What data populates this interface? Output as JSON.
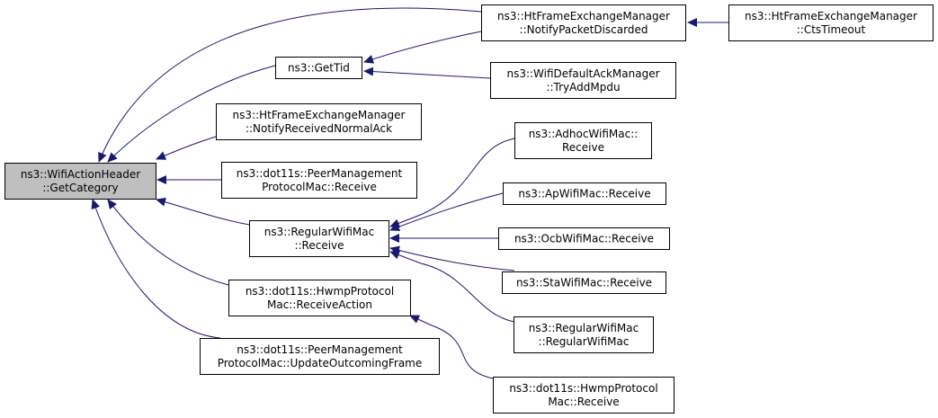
{
  "colors": {
    "edge": "#191970",
    "node_fill": "#ffffff",
    "root_fill": "#bfbfbf",
    "border": "#000000"
  },
  "nodes": [
    {
      "id": "root",
      "lines": [
        "ns3::WifiActionHeader",
        "::GetCategory"
      ],
      "highlight": true
    },
    {
      "id": "htfem-notify-discarded",
      "lines": [
        "ns3::HtFrameExchangeManager",
        "::NotifyPacketDiscarded"
      ]
    },
    {
      "id": "htfem-cts-timeout",
      "lines": [
        "ns3::HtFrameExchangeManager",
        "::CtsTimeout"
      ]
    },
    {
      "id": "get-tid",
      "lines": [
        "ns3::GetTid"
      ]
    },
    {
      "id": "wifi-default-ack-trymp",
      "lines": [
        "ns3::WifiDefaultAckManager",
        "::TryAddMpdu"
      ]
    },
    {
      "id": "htfem-notify-normalack",
      "lines": [
        "ns3::HtFrameExchangeManager",
        "::NotifyReceivedNormalAck"
      ]
    },
    {
      "id": "peer-mgmt-receive",
      "lines": [
        "ns3::dot11s::PeerManagement",
        "ProtocolMac::Receive"
      ]
    },
    {
      "id": "regular-wifimac-receive",
      "lines": [
        "ns3::RegularWifiMac",
        "::Receive"
      ]
    },
    {
      "id": "hwmp-receive-action",
      "lines": [
        "ns3::dot11s::HwmpProtocol",
        "Mac::ReceiveAction"
      ]
    },
    {
      "id": "peer-mgmt-update",
      "lines": [
        "ns3::dot11s::PeerManagement",
        "ProtocolMac::UpdateOutcomingFrame"
      ]
    },
    {
      "id": "adhoc-receive",
      "lines": [
        "ns3::AdhocWifiMac::",
        "Receive"
      ]
    },
    {
      "id": "ap-receive",
      "lines": [
        "ns3::ApWifiMac::Receive"
      ]
    },
    {
      "id": "ocb-receive",
      "lines": [
        "ns3::OcbWifiMac::Receive"
      ]
    },
    {
      "id": "sta-receive",
      "lines": [
        "ns3::StaWifiMac::Receive"
      ]
    },
    {
      "id": "regular-ctor",
      "lines": [
        "ns3::RegularWifiMac",
        "::RegularWifiMac"
      ]
    },
    {
      "id": "hwmp-receive",
      "lines": [
        "ns3::dot11s::HwmpProtocol",
        "Mac::Receive"
      ]
    }
  ],
  "edges": [
    {
      "from": "htfem-cts-timeout",
      "to": "htfem-notify-discarded"
    },
    {
      "from": "htfem-notify-discarded",
      "to": "get-tid"
    },
    {
      "from": "wifi-default-ack-trymp",
      "to": "get-tid"
    },
    {
      "from": "htfem-notify-discarded",
      "to": "root"
    },
    {
      "from": "get-tid",
      "to": "root"
    },
    {
      "from": "htfem-notify-normalack",
      "to": "root"
    },
    {
      "from": "peer-mgmt-receive",
      "to": "root"
    },
    {
      "from": "regular-wifimac-receive",
      "to": "root"
    },
    {
      "from": "hwmp-receive-action",
      "to": "root"
    },
    {
      "from": "peer-mgmt-update",
      "to": "root"
    },
    {
      "from": "adhoc-receive",
      "to": "regular-wifimac-receive"
    },
    {
      "from": "ap-receive",
      "to": "regular-wifimac-receive"
    },
    {
      "from": "ocb-receive",
      "to": "regular-wifimac-receive"
    },
    {
      "from": "sta-receive",
      "to": "regular-wifimac-receive"
    },
    {
      "from": "regular-ctor",
      "to": "regular-wifimac-receive"
    },
    {
      "from": "hwmp-receive",
      "to": "hwmp-receive-action"
    }
  ]
}
